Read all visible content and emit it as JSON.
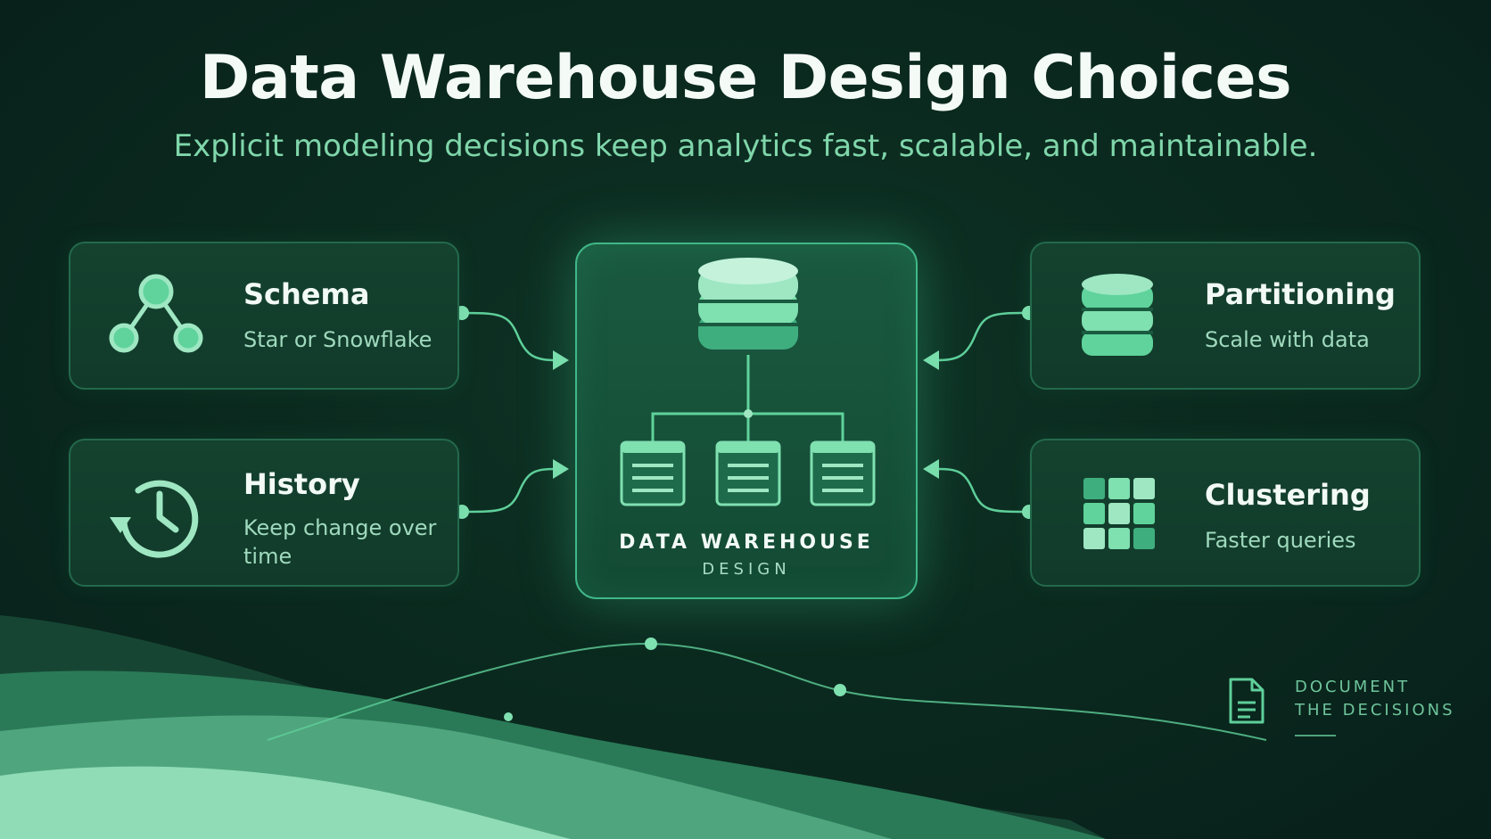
{
  "title": "Data Warehouse Design Choices",
  "subtitle": "Explicit modeling decisions keep analytics fast, scalable, and maintainable.",
  "cards": {
    "schema": {
      "label": "Schema",
      "desc": "Star or Snowflake",
      "icon": "graph-nodes-icon"
    },
    "history": {
      "label": "History",
      "desc": "Keep change over time",
      "icon": "history-clock-icon"
    },
    "partitioning": {
      "label": "Partitioning",
      "desc": "Scale with data",
      "icon": "database-stack-icon"
    },
    "clustering": {
      "label": "Clustering",
      "desc": "Faster queries",
      "icon": "grid-icon"
    }
  },
  "center": {
    "label": "DATA WAREHOUSE",
    "sublabel": "DESIGN",
    "icon": "database-tree-icon"
  },
  "footer": {
    "line1": "DOCUMENT",
    "line2": "THE DECISIONS",
    "icon": "document-icon"
  },
  "colors": {
    "background": "#0b2a1f",
    "accent": "#5fd39b",
    "accent_light": "#9ee7c2",
    "card": "#123d2c",
    "border": "#24694c"
  }
}
